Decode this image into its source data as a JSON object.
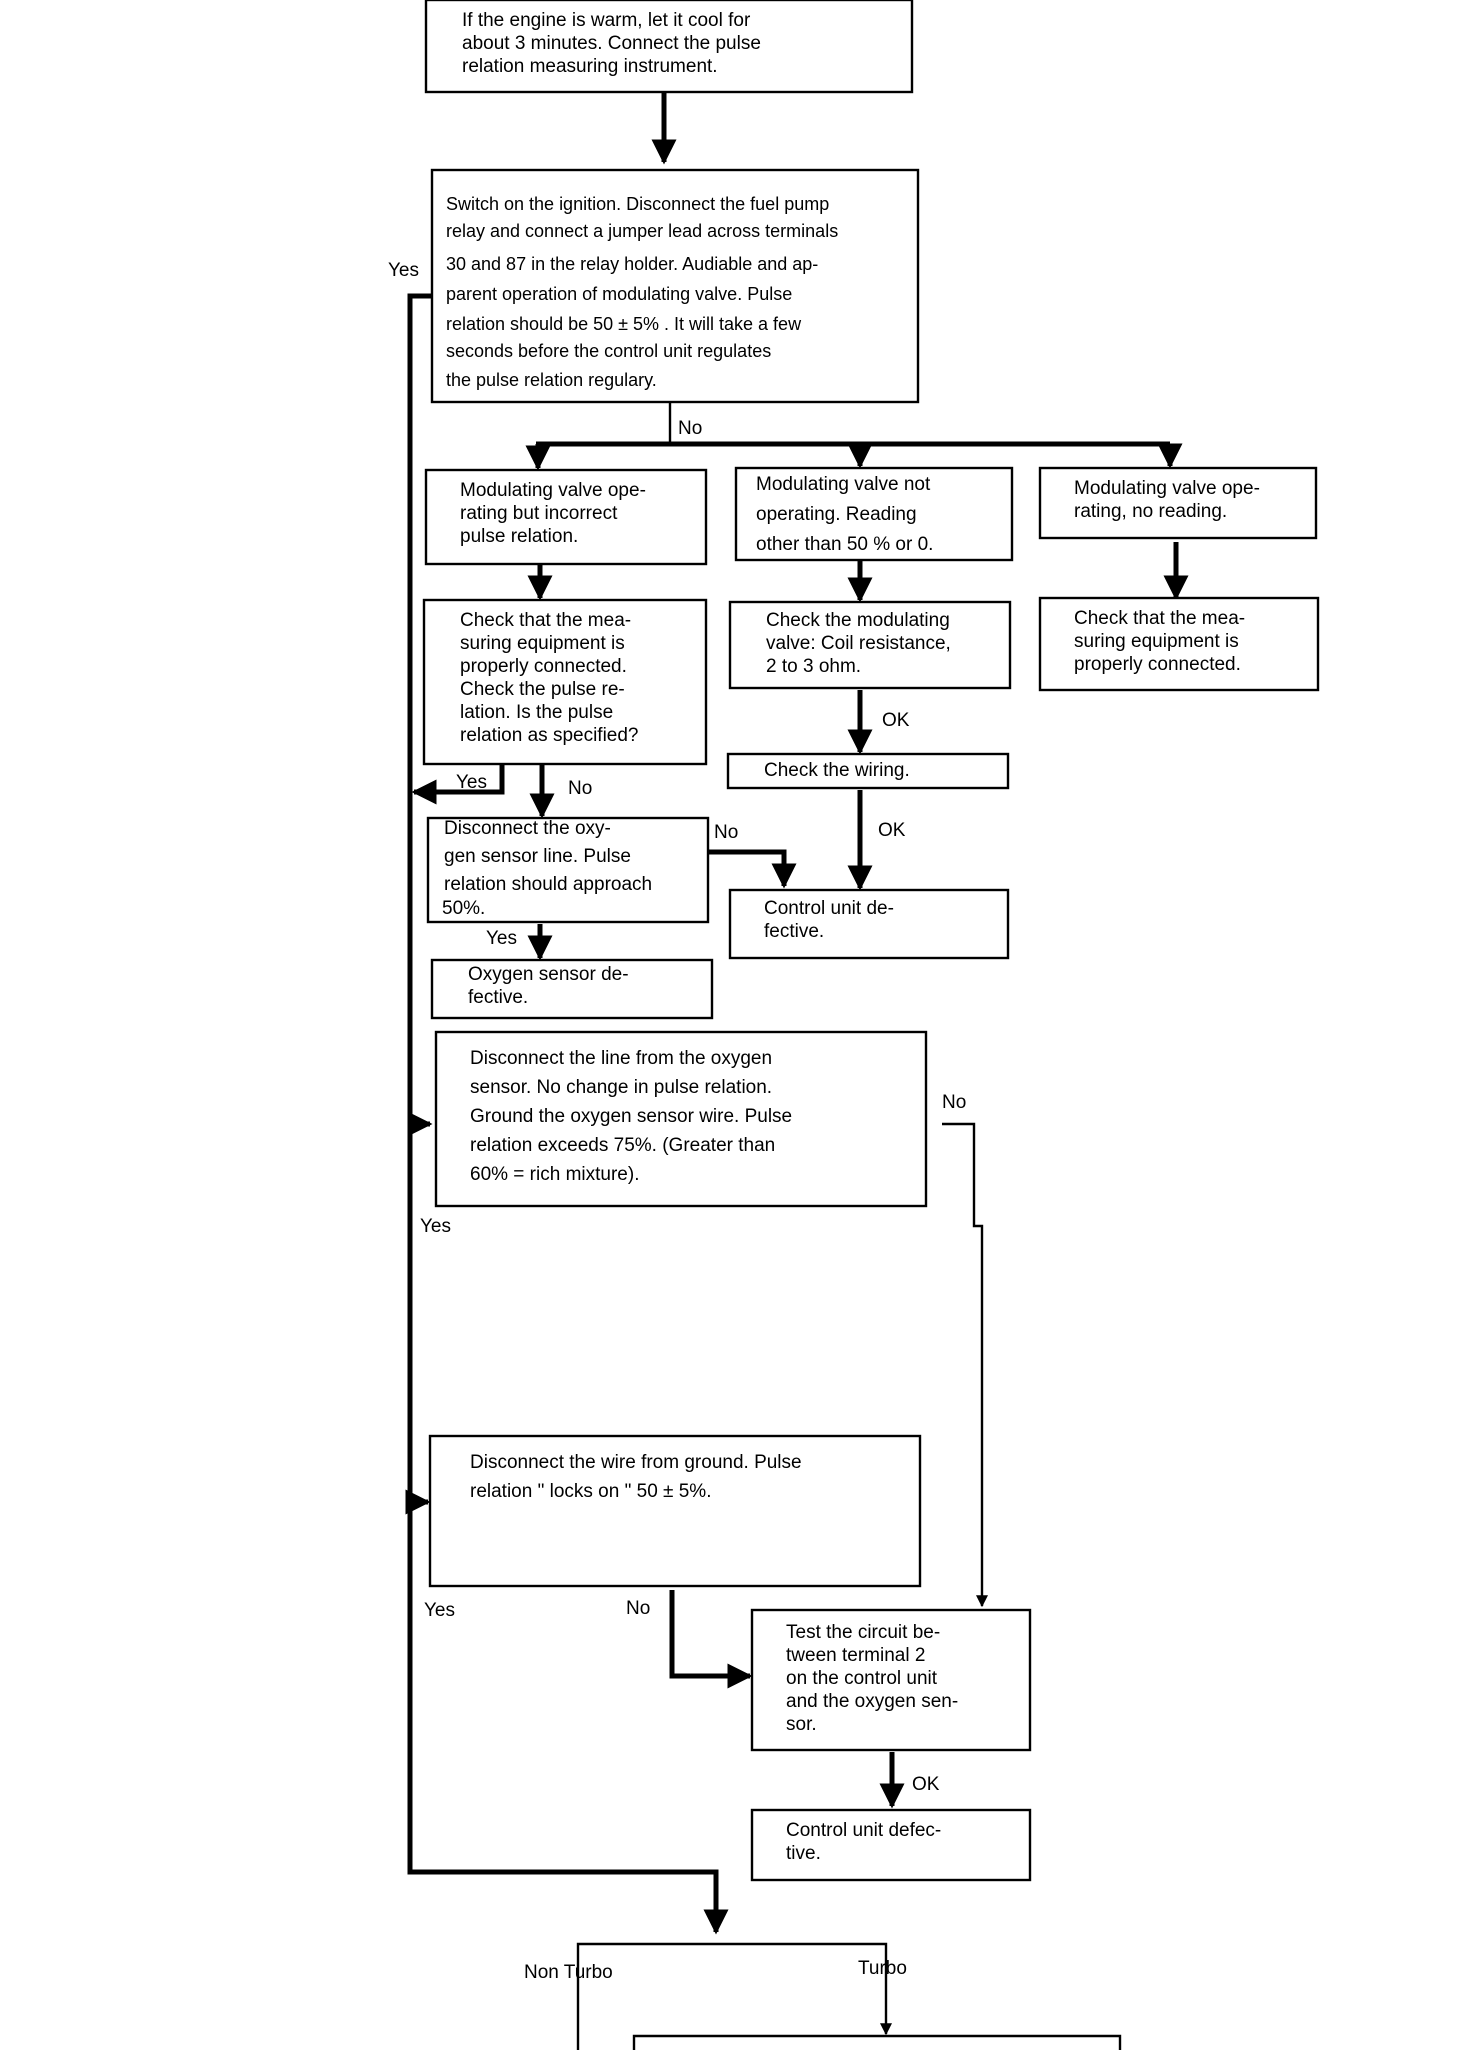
{
  "boxes": {
    "b1": [
      "If the engine is warm, let it cool for",
      "about 3 minutes. Connect the pulse",
      "relation measuring instrument."
    ],
    "b2": [
      "Switch on the ignition.  Disconnect the fuel pump",
      "relay and connect a jumper lead across terminals",
      "30 and 87 in the relay holder.  Audiable and ap-",
      "parent operation of modulating valve.  Pulse",
      "relation  should be 50 ± 5% .  It will take a few",
      "seconds before the control unit regulates",
      "the pulse relation regulary."
    ],
    "b3": [
      "Modulating valve ope-",
      "rating but incorrect",
      "pulse relation."
    ],
    "b4": [
      "Modulating valve not",
      "operating. Reading",
      "other than 50 % or 0."
    ],
    "b5": [
      "Modulating valve ope-",
      "rating, no reading."
    ],
    "b6": [
      "Check that the mea-",
      "suring equipment is",
      "properly connected.",
      "Check the pulse re-",
      "lation. Is the pulse",
      "relation as specified?"
    ],
    "b7": [
      "Check the modulating",
      "valve: Coil resistance,",
      "2 to 3 ohm."
    ],
    "b8": [
      "Check that the mea-",
      "suring equipment is",
      "properly connected."
    ],
    "b9": [
      "Check the wiring."
    ],
    "b10": [
      "Disconnect the oxy-",
      "gen sensor line. Pulse",
      "relation should  approach",
      "50%."
    ],
    "b11": [
      "Control unit de-",
      "fective."
    ],
    "b12": [
      "Oxygen sensor de-",
      "fective."
    ],
    "b13": [
      "Disconnect the line from the oxygen",
      "sensor. No change in pulse relation.",
      "Ground the oxygen sensor wire. Pulse",
      "relation exceeds 75%. (Greater than",
      "60% = rich mixture)."
    ],
    "b14": [
      "Disconnect the wire from ground. Pulse",
      "relation \" locks on \"  50 ± 5%."
    ],
    "b15": [
      "Test the circuit be-",
      "tween terminal 2",
      "on the control unit",
      "and the oxygen sen-",
      "sor."
    ],
    "b16": [
      "Control unit defec-",
      "tive."
    ]
  },
  "labels": {
    "yes_top": "Yes",
    "no_b2": "No",
    "yes_b6": "Yes",
    "no_b6": "No",
    "no_b10": "No",
    "yes_b10": "Yes",
    "ok_b7": "OK",
    "ok_b9": "OK",
    "no_b13": "No",
    "yes_b13": "Yes",
    "yes_b14": "Yes",
    "no_b14": "No",
    "ok_b15": "OK",
    "non_turbo": "Non Turbo",
    "turbo": "Turbo"
  }
}
